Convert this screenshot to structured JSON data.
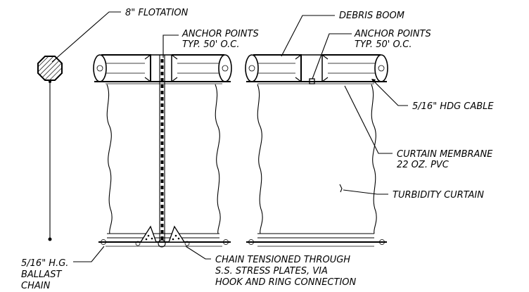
{
  "labels": {
    "flotation": "8\" FLOTATION",
    "anchor_left_1": "ANCHOR POINTS",
    "anchor_left_2": "TYP. 50' O.C.",
    "debris_boom": "DEBRIS BOOM",
    "anchor_right_1": "ANCHOR POINTS",
    "anchor_right_2": "TYP. 50' O.C.",
    "cable": "5/16\" HDG CABLE",
    "membrane_1": "CURTAIN MEMBRANE",
    "membrane_2": "22 OZ. PVC",
    "turbidity": "TURBIDITY CURTAIN",
    "ballast_1": "5/16\" H.G.",
    "ballast_2": "BALLAST",
    "ballast_3": "CHAIN",
    "chain_1": "CHAIN TENSIONED THROUGH",
    "chain_2": "S.S. STRESS PLATES, VIA",
    "chain_3": "HOOK AND RING CONNECTION"
  }
}
